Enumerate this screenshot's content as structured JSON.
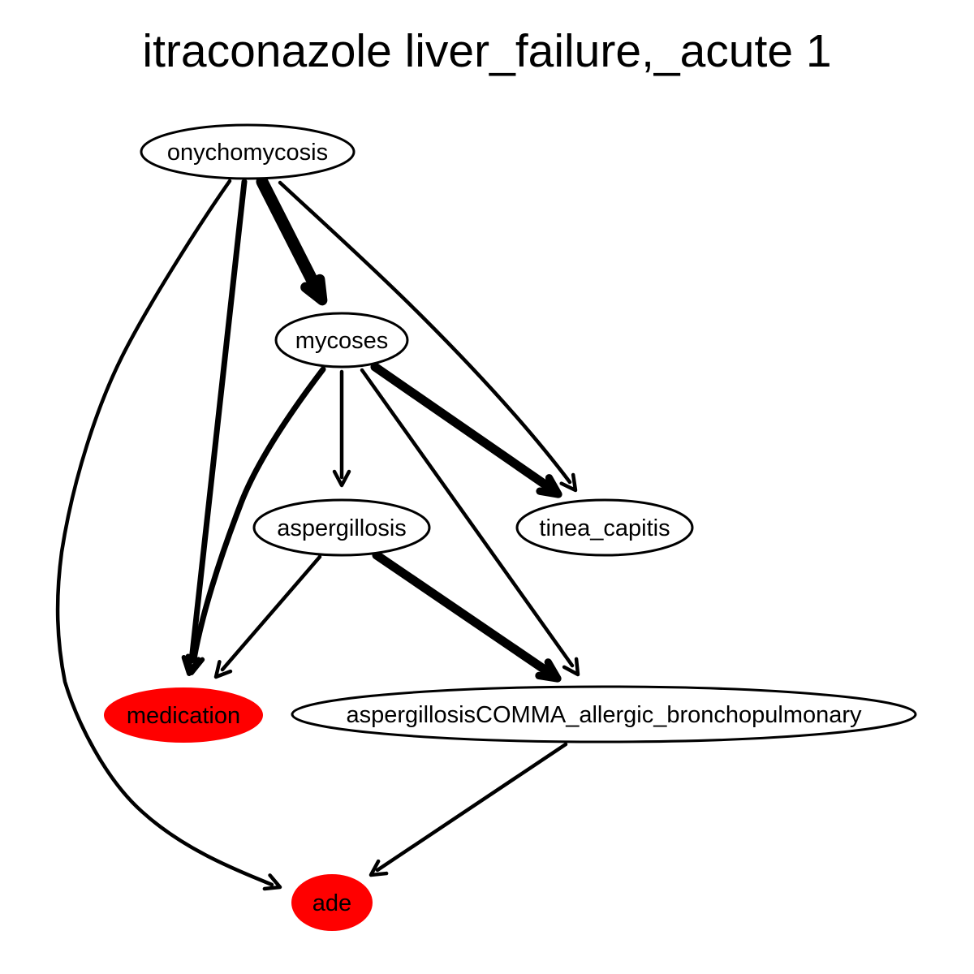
{
  "title": "itraconazole liver_failure,_acute 1",
  "colors": {
    "highlight": "#ff0000",
    "default_fill": "#ffffff",
    "stroke": "#000000"
  },
  "nodes": [
    {
      "id": "onychomycosis",
      "label": "onychomycosis",
      "highlighted": false
    },
    {
      "id": "mycoses",
      "label": "mycoses",
      "highlighted": false
    },
    {
      "id": "aspergillosis",
      "label": "aspergillosis",
      "highlighted": false
    },
    {
      "id": "tinea_capitis",
      "label": "tinea_capitis",
      "highlighted": false
    },
    {
      "id": "medication",
      "label": "medication",
      "highlighted": true
    },
    {
      "id": "abpa",
      "label": "aspergillosisCOMMA_allergic_bronchopulmonary",
      "highlighted": false
    },
    {
      "id": "ade",
      "label": "ade",
      "highlighted": true
    }
  ],
  "edges": [
    {
      "id": "onychomycosis-ade",
      "from": "onychomycosis",
      "to": "ade",
      "weight": 1
    },
    {
      "id": "onychomycosis-medication",
      "from": "onychomycosis",
      "to": "medication",
      "weight": 2
    },
    {
      "id": "onychomycosis-mycoses",
      "from": "onychomycosis",
      "to": "mycoses",
      "weight": 4
    },
    {
      "id": "onychomycosis-tinea_capitis",
      "from": "onychomycosis",
      "to": "tinea_capitis",
      "weight": 1
    },
    {
      "id": "mycoses-medication",
      "from": "mycoses",
      "to": "medication",
      "weight": 2
    },
    {
      "id": "mycoses-aspergillosis",
      "from": "mycoses",
      "to": "aspergillosis",
      "weight": 1
    },
    {
      "id": "mycoses-abpa",
      "from": "mycoses",
      "to": "abpa",
      "weight": 1
    },
    {
      "id": "mycoses-tinea_capitis",
      "from": "mycoses",
      "to": "tinea_capitis",
      "weight": 3
    },
    {
      "id": "aspergillosis-medication",
      "from": "aspergillosis",
      "to": "medication",
      "weight": 1
    },
    {
      "id": "aspergillosis-abpa",
      "from": "aspergillosis",
      "to": "abpa",
      "weight": 3
    },
    {
      "id": "abpa-ade",
      "from": "abpa",
      "to": "ade",
      "weight": 1
    }
  ]
}
